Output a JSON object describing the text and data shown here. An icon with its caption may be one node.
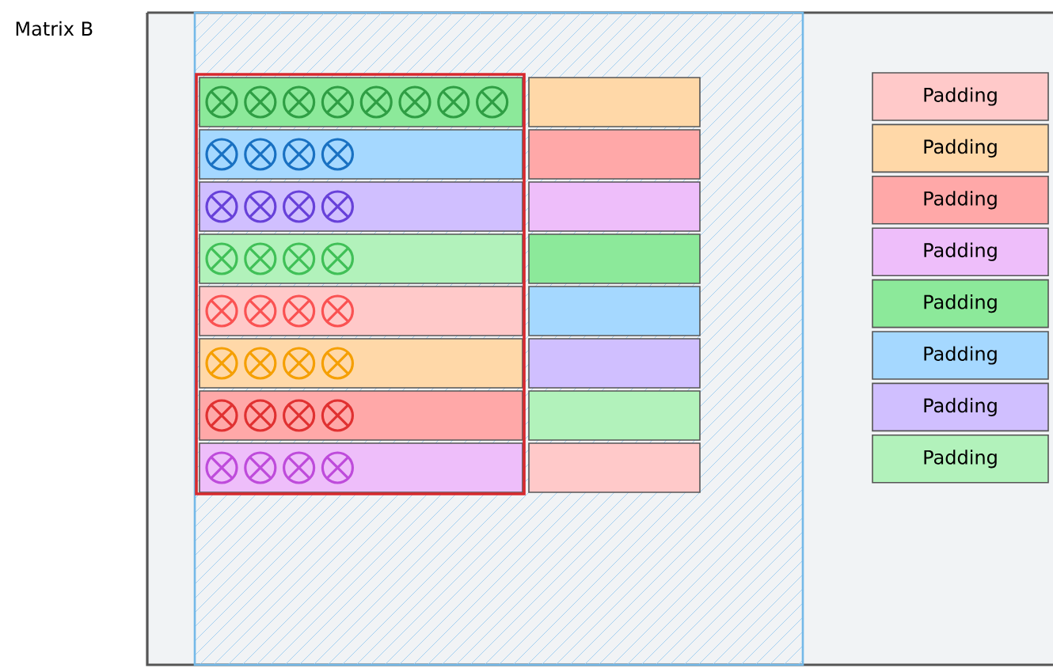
{
  "diagram": {
    "nodes": [
      {
        "text": [],
        "shape": "bar"
      },
      {
        "text": [],
        "shape": "bar"
      },
      {
        "text": [],
        "shape": "bar"
      },
      {
        "text": [],
        "shape": "bar"
      },
      {
        "text": [],
        "shape": "bar"
      },
      {
        "text": [],
        "shape": "bar"
      },
      {
        "text": [],
        "shape": "bar"
      },
      {
        "text": [],
        "shape": "bar"
      },
      {
        "text": [],
        "shape": "bar"
      },
      {
        "text": [],
        "shape": "bar"
      },
      {
        "text": [],
        "shape": "bar"
      },
      {
        "text": [],
        "shape": "bar"
      },
      {
        "text": [],
        "shape": "bar"
      },
      {
        "text": [],
        "shape": "bar"
      },
      {
        "text": [],
        "shape": "bar"
      },
      {
        "text": [],
        "shape": "bar"
      },
      {
        "text": [
          "Padding"
        ]
      },
      {
        "text": [
          "Padding"
        ]
      },
      {
        "text": [
          "Padding"
        ]
      },
      {
        "text": [
          "Padding"
        ]
      },
      {
        "text": [
          "Padding"
        ]
      },
      {
        "text": [
          "Padding"
        ]
      },
      {
        "text": [
          "Padding"
        ]
      },
      {
        "text": [
          "Padding"
        ]
      }
    ],
    "edges": [],
    "labels": [
      "Matrix B"
    ]
  }
}
